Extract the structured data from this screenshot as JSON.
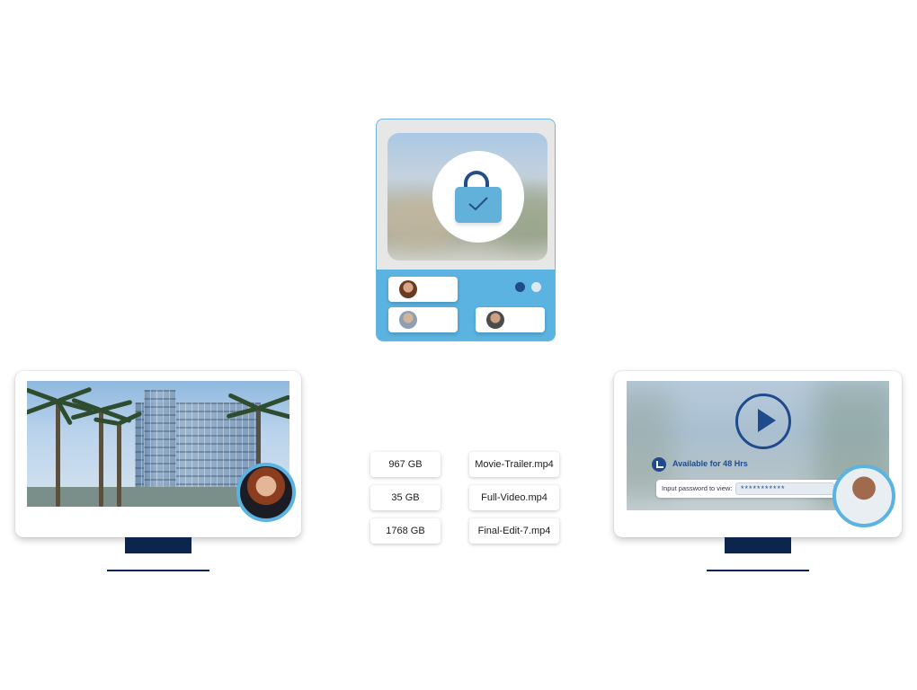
{
  "lock_card": {
    "icon": "lock-check-icon",
    "carousel_dots": 2,
    "active_dot": 1,
    "colors": {
      "panel": "#5bb3e1",
      "dot_active": "#1f4b8c",
      "dot_inactive": "#dbe9f3"
    }
  },
  "left_monitor": {
    "scene": "building-with-palm-trees",
    "presenter_avatar": "woman-with-glasses-avatar"
  },
  "right_monitor": {
    "play_icon": "play-icon",
    "availability_icon": "clock-icon",
    "availability_text": "Available for 48 Hrs",
    "password_label": "Input password to view:",
    "password_value": "***********",
    "viewer_avatar": "smiling-woman-avatar"
  },
  "storage": {
    "sizes": [
      "967 GB",
      "35 GB",
      "1768 GB"
    ],
    "files": [
      "Movie-Trailer.mp4",
      "Full-Video.mp4",
      "Final-Edit-7.mp4"
    ]
  },
  "colors": {
    "accent": "#5bb3e1",
    "navy": "#0c254d",
    "brand_blue": "#1f4b8c"
  }
}
